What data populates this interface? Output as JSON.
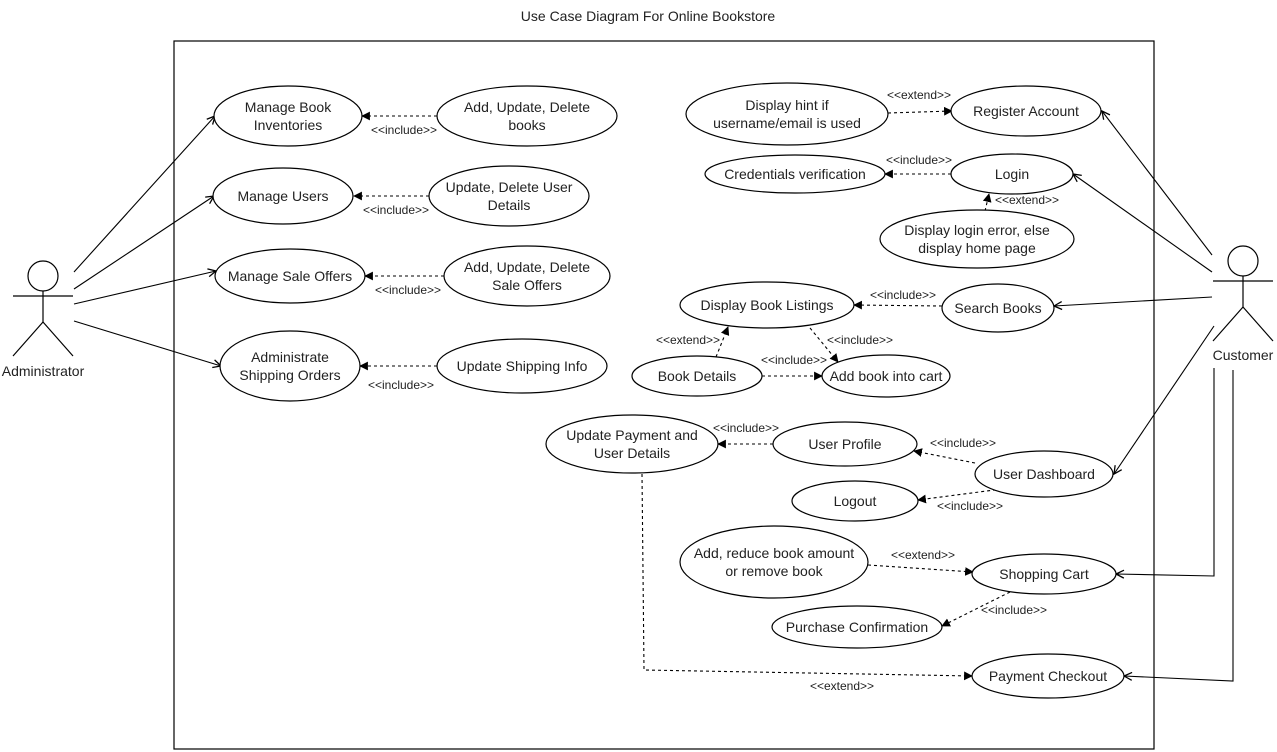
{
  "title": "Use Case Diagram For Online Bookstore",
  "actors": [
    {
      "id": "admin",
      "label": "Administrator"
    },
    {
      "id": "customer",
      "label": "Customer"
    }
  ],
  "use_cases": [
    {
      "id": "manage_inventories",
      "lines": [
        "Manage Book",
        "Inventories"
      ]
    },
    {
      "id": "add_update_delete_books",
      "lines": [
        "Add, Update, Delete",
        "books"
      ]
    },
    {
      "id": "manage_users",
      "lines": [
        "Manage Users"
      ]
    },
    {
      "id": "update_delete_user",
      "lines": [
        "Update, Delete User",
        "Details"
      ]
    },
    {
      "id": "manage_sale_offers",
      "lines": [
        "Manage Sale Offers"
      ]
    },
    {
      "id": "add_update_delete_offers",
      "lines": [
        "Add, Update, Delete",
        "Sale Offers"
      ]
    },
    {
      "id": "administrate_shipping",
      "lines": [
        "Administrate",
        "Shipping Orders"
      ]
    },
    {
      "id": "update_shipping",
      "lines": [
        "Update Shipping Info"
      ]
    },
    {
      "id": "display_hint",
      "lines": [
        "Display hint if",
        "username/email is used"
      ]
    },
    {
      "id": "register_account",
      "lines": [
        "Register Account"
      ]
    },
    {
      "id": "credentials_verification",
      "lines": [
        "Credentials verification"
      ]
    },
    {
      "id": "login",
      "lines": [
        "Login"
      ]
    },
    {
      "id": "login_error",
      "lines": [
        "Display login error, else",
        "display home page"
      ]
    },
    {
      "id": "display_listings",
      "lines": [
        "Display Book Listings"
      ]
    },
    {
      "id": "search_books",
      "lines": [
        "Search Books"
      ]
    },
    {
      "id": "book_details",
      "lines": [
        "Book Details"
      ]
    },
    {
      "id": "add_to_cart",
      "lines": [
        "Add book into cart"
      ]
    },
    {
      "id": "update_payment",
      "lines": [
        "Update Payment and",
        "User Details"
      ]
    },
    {
      "id": "user_profile",
      "lines": [
        "User Profile"
      ]
    },
    {
      "id": "user_dashboard",
      "lines": [
        "User Dashboard"
      ]
    },
    {
      "id": "logout",
      "lines": [
        "Logout"
      ]
    },
    {
      "id": "add_reduce_remove",
      "lines": [
        "Add, reduce book amount",
        "or remove book"
      ]
    },
    {
      "id": "shopping_cart",
      "lines": [
        "Shopping Cart"
      ]
    },
    {
      "id": "purchase_confirmation",
      "lines": [
        "Purchase Confirmation"
      ]
    },
    {
      "id": "payment_checkout",
      "lines": [
        "Payment Checkout"
      ]
    }
  ],
  "associations": [
    {
      "actor": "admin",
      "use_case": "manage_inventories"
    },
    {
      "actor": "admin",
      "use_case": "manage_users"
    },
    {
      "actor": "admin",
      "use_case": "manage_sale_offers"
    },
    {
      "actor": "admin",
      "use_case": "administrate_shipping"
    },
    {
      "actor": "customer",
      "use_case": "register_account"
    },
    {
      "actor": "customer",
      "use_case": "login"
    },
    {
      "actor": "customer",
      "use_case": "search_books"
    },
    {
      "actor": "customer",
      "use_case": "user_dashboard"
    },
    {
      "actor": "customer",
      "use_case": "shopping_cart"
    },
    {
      "actor": "customer",
      "use_case": "payment_checkout"
    }
  ],
  "relationships": [
    {
      "from": "add_update_delete_books",
      "to": "manage_inventories",
      "label": "<<include>>"
    },
    {
      "from": "update_delete_user",
      "to": "manage_users",
      "label": "<<include>>"
    },
    {
      "from": "add_update_delete_offers",
      "to": "manage_sale_offers",
      "label": "<<include>>"
    },
    {
      "from": "update_shipping",
      "to": "administrate_shipping",
      "label": "<<include>>"
    },
    {
      "from": "display_hint",
      "to": "register_account",
      "label": "<<extend>>"
    },
    {
      "from": "login",
      "to": "credentials_verification",
      "label": "<<include>>"
    },
    {
      "from": "login_error",
      "to": "login",
      "label": "<<extend>>"
    },
    {
      "from": "search_books",
      "to": "display_listings",
      "label": "<<include>>"
    },
    {
      "from": "book_details",
      "to": "display_listings",
      "label": "<<extend>>"
    },
    {
      "from": "display_listings",
      "to": "add_to_cart",
      "label": "<<include>>"
    },
    {
      "from": "book_details",
      "to": "add_to_cart",
      "label": "<<include>>"
    },
    {
      "from": "user_profile",
      "to": "update_payment",
      "label": "<<include>>"
    },
    {
      "from": "user_dashboard",
      "to": "user_profile",
      "label": "<<include>>"
    },
    {
      "from": "user_dashboard",
      "to": "logout",
      "label": "<<include>>"
    },
    {
      "from": "add_reduce_remove",
      "to": "shopping_cart",
      "label": "<<extend>>"
    },
    {
      "from": "shopping_cart",
      "to": "purchase_confirmation",
      "label": "<<include>>"
    },
    {
      "from": "update_payment",
      "to": "payment_checkout",
      "label": "<<extend>>"
    }
  ]
}
